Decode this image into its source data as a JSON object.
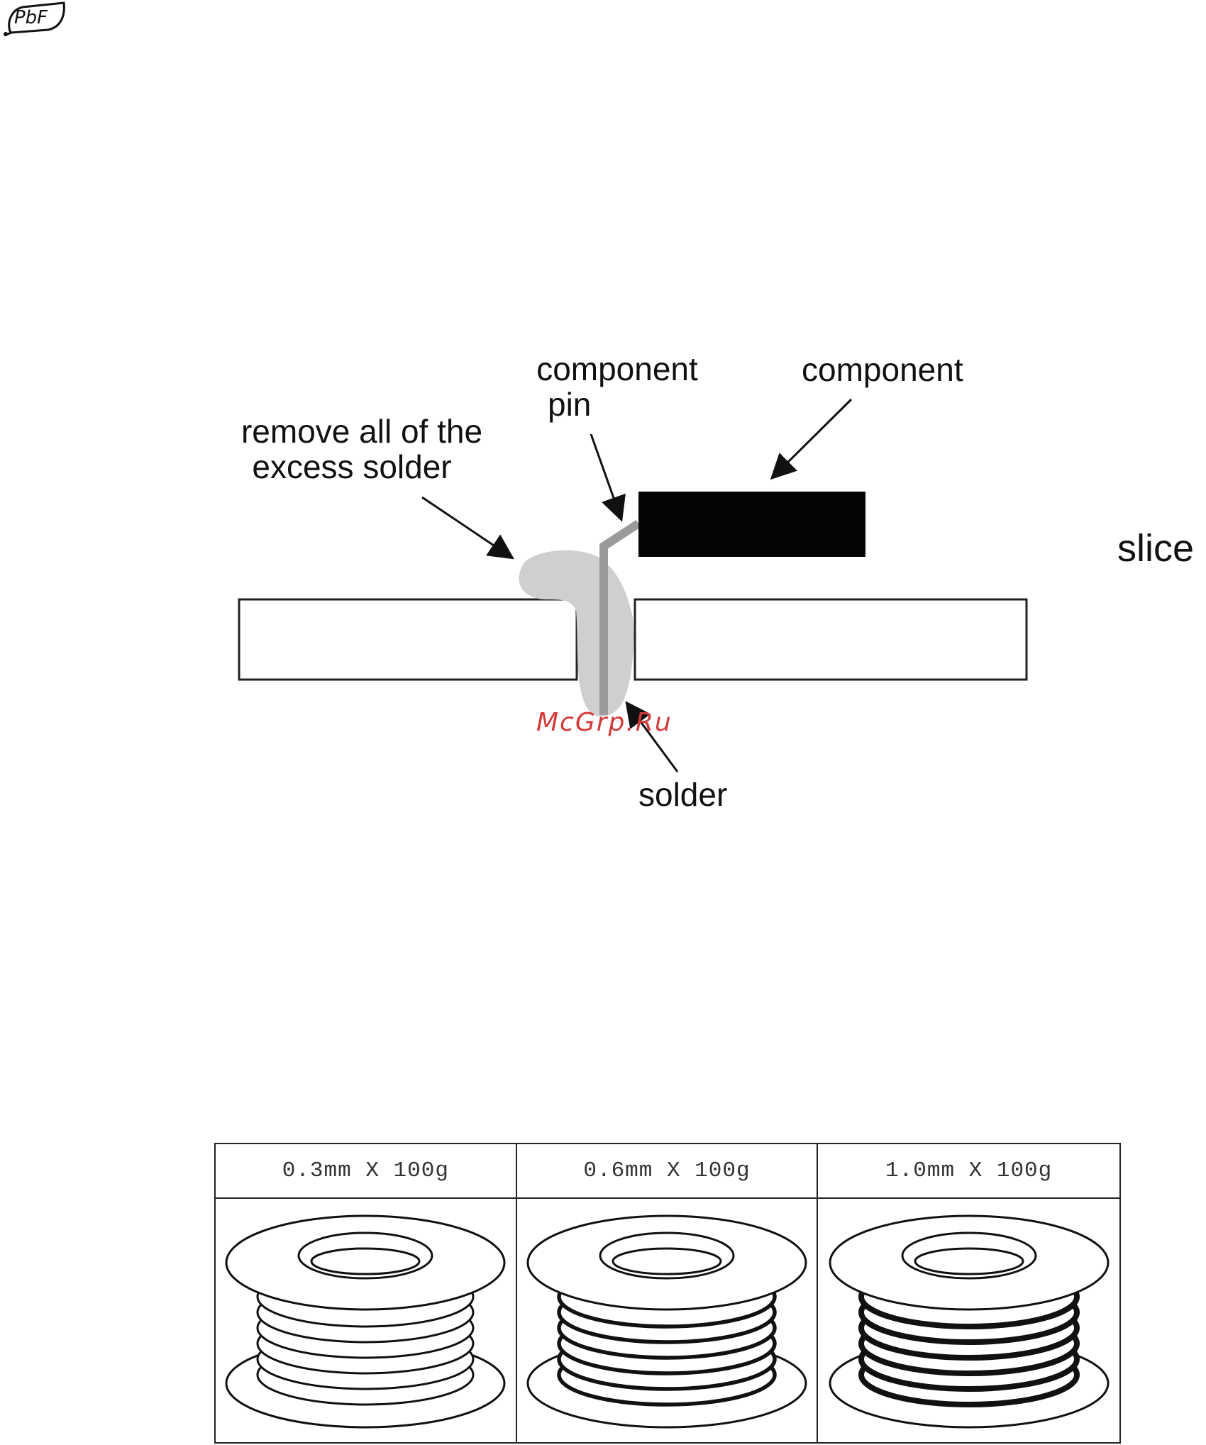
{
  "logo": {
    "text": "PbF"
  },
  "diagram": {
    "labels": {
      "component_pin_line1": "component",
      "component_pin_line2": "pin",
      "component": "component",
      "remove_line1": "remove all of the",
      "remove_line2": "excess solder",
      "solder": "solder",
      "slice": "slice"
    },
    "watermark": "McGrp.Ru"
  },
  "wire_table": {
    "headers": [
      "0.3mm X 100g",
      "0.6mm X 100g",
      "1.0mm X 100g"
    ],
    "spool_icons": [
      "solder-spool-thin-icon",
      "solder-spool-medium-icon",
      "solder-spool-thick-icon"
    ]
  }
}
